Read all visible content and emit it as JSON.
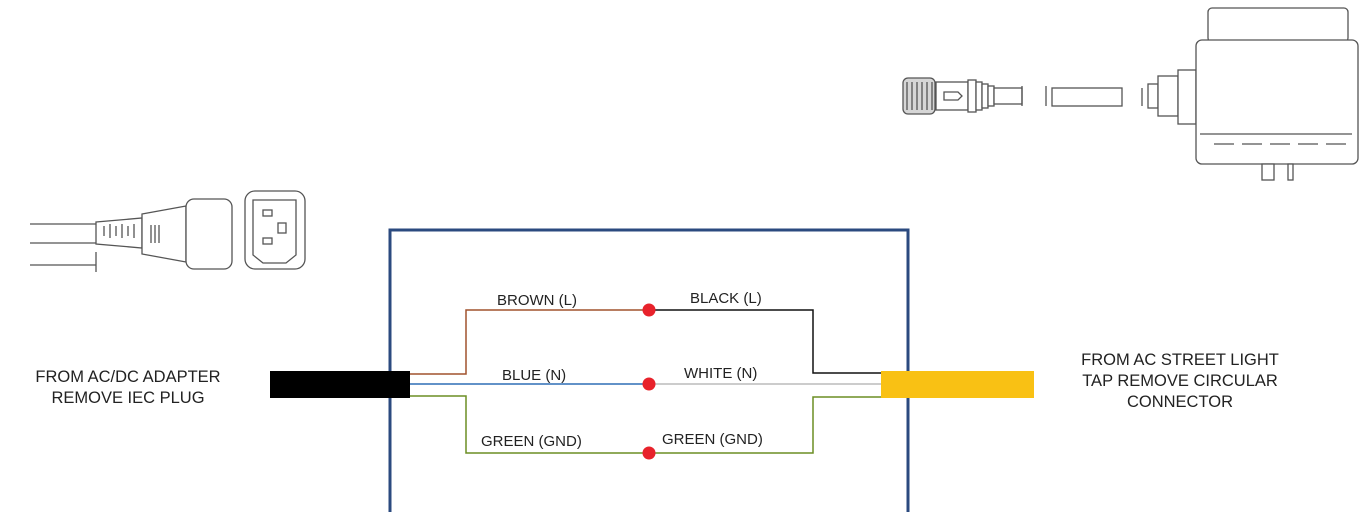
{
  "left_source": {
    "lines": [
      "FROM AC/DC ADAPTER",
      "REMOVE IEC PLUG"
    ]
  },
  "right_source": {
    "lines": [
      "FROM AC STREET LIGHT",
      "TAP REMOVE CIRCULAR",
      "CONNECTOR"
    ]
  },
  "wires": {
    "brown_label": "BROWN (L)",
    "black_label": "BLACK (L)",
    "blue_label": "BLUE (N)",
    "white_label": "WHITE (N)",
    "green_left_label": "GREEN (GND)",
    "green_right_label": "GREEN (GND)"
  },
  "colors": {
    "box_border": "#2b4a7f",
    "brown_wire": "#a0522d",
    "black_wire": "#111111",
    "blue_wire": "#2f6fb5",
    "white_wire": "#bbbbbb",
    "green_wire": "#6b8e23",
    "splice_dot": "#e8222b",
    "left_cable": "#000000",
    "right_cable": "#f9c114"
  },
  "icons": {
    "iec_plug": "iec-power-cord-icon",
    "circular_connector": "circular-connector-light-tap-icon"
  }
}
